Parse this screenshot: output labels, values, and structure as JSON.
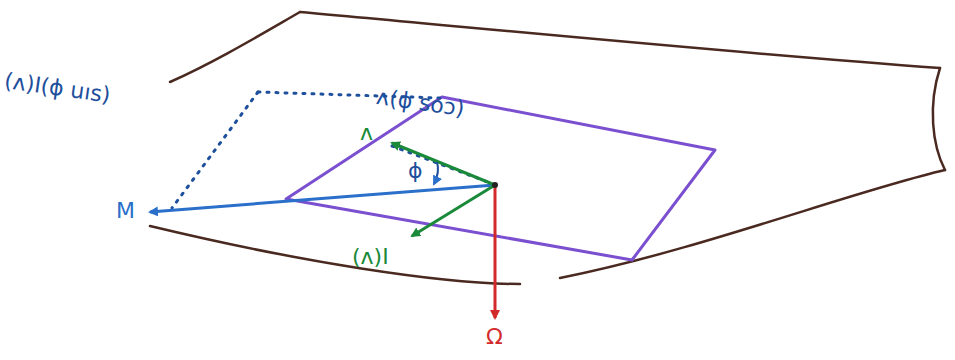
{
  "diagram": {
    "labels": [
      "(ʌ)I(ɸ uıs)",
      "ʌ(ɸ soɔ)",
      "ʌ",
      "ɸ",
      "M",
      "(ʌ)I",
      "Ω"
    ]
  }
}
